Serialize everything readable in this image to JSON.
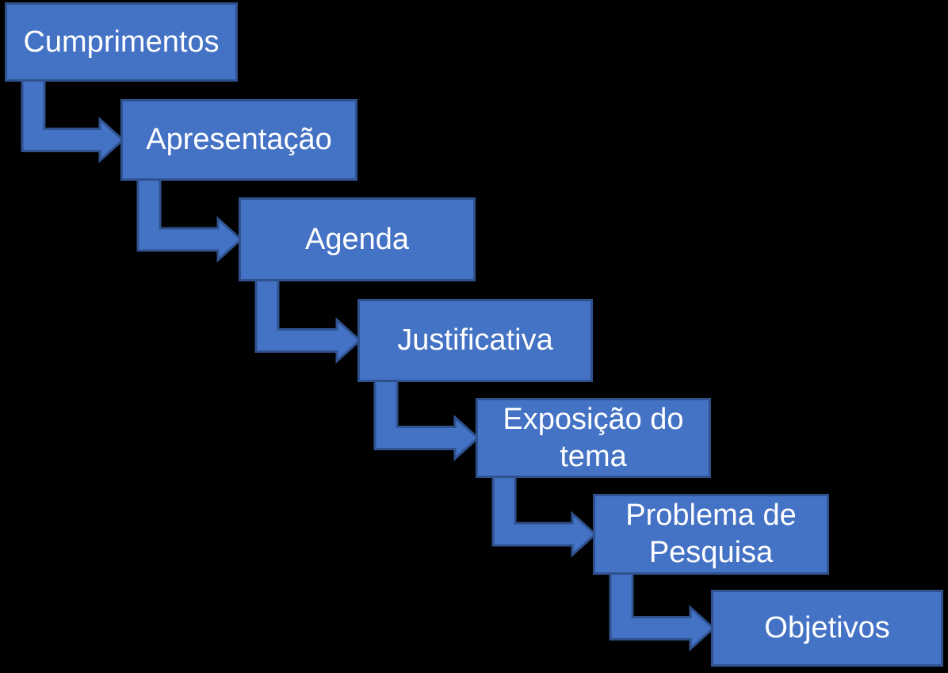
{
  "diagram": {
    "type": "stepped-flow",
    "background_color": "#000000",
    "node_fill_color": "#4472C4",
    "node_border_color": "#2F528F",
    "text_color": "#FFFFFF",
    "connector_shape": "bent-elbow-arrow",
    "steps": [
      {
        "label": "Cumprimentos"
      },
      {
        "label": "Apresentação"
      },
      {
        "label": "Agenda"
      },
      {
        "label": "Justificativa"
      },
      {
        "label": "Exposição do tema"
      },
      {
        "label": "Problema de Pesquisa"
      },
      {
        "label": "Objetivos"
      }
    ]
  }
}
